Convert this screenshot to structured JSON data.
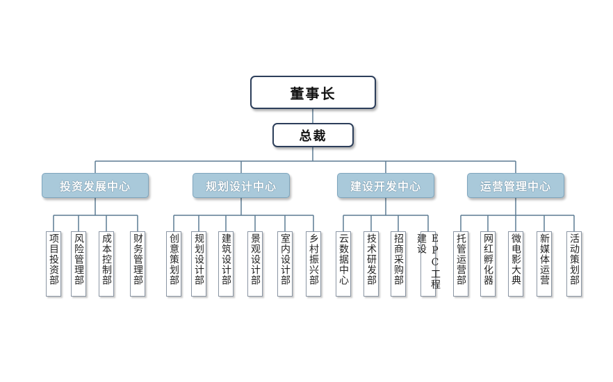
{
  "chairman": "董事长",
  "president": "总裁",
  "centers": [
    {
      "name": "投资发展中心",
      "departments": [
        "项目投资部",
        "风险管理部",
        "成本控制部",
        "财务管理部"
      ]
    },
    {
      "name": "规划设计中心",
      "departments": [
        "创意策划部",
        "规划设计部",
        "建筑设计部",
        "景观设计部",
        "室内设计部",
        "乡村振兴部"
      ]
    },
    {
      "name": "建设开发中心",
      "departments": [
        "云数据中心",
        "技术研发部",
        "招商采购部",
        "EPC工程建设"
      ]
    },
    {
      "name": "运营管理中心",
      "departments": [
        "托管运营部",
        "网红孵化器",
        "微电影大典",
        "新媒体运营",
        "活动策划部"
      ]
    }
  ],
  "colors": {
    "line": "#5b7a92",
    "center_fill": "#a9c9da",
    "box_border": "#2c3e5a"
  }
}
